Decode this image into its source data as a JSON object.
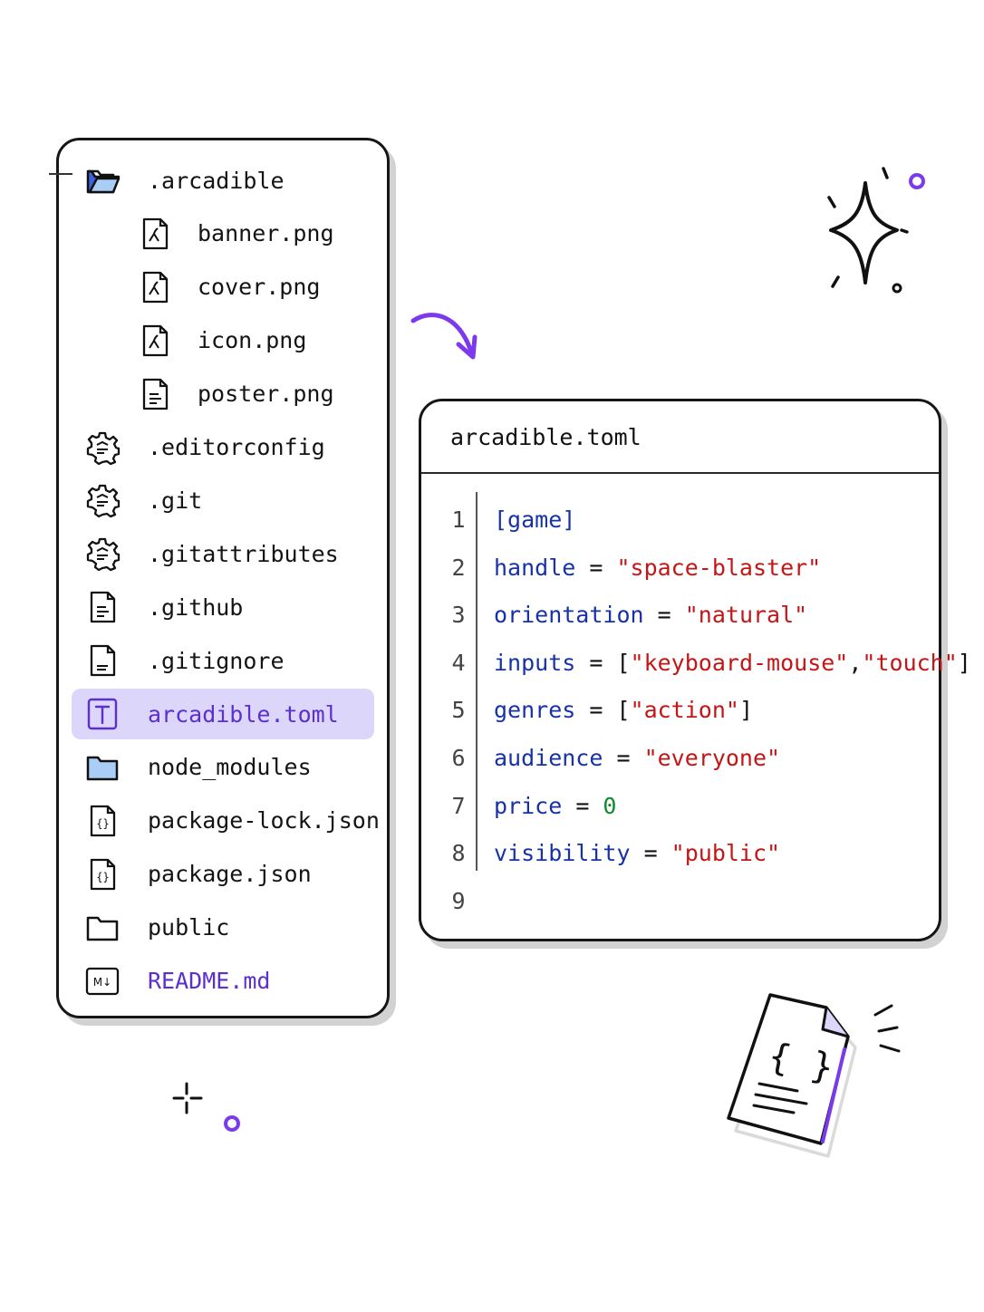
{
  "tree": {
    "items": [
      {
        "label": ".arcadible",
        "icon": "open-folder-icon",
        "level": 0
      },
      {
        "label": "banner.png",
        "icon": "image-file-icon",
        "level": 1
      },
      {
        "label": "cover.png",
        "icon": "image-file-icon",
        "level": 1
      },
      {
        "label": "icon.png",
        "icon": "image-file-icon",
        "level": 1
      },
      {
        "label": "poster.png",
        "icon": "text-file-icon",
        "level": 1
      },
      {
        "label": ".editorconfig",
        "icon": "gear-icon",
        "level": 0
      },
      {
        "label": ".git",
        "icon": "gear-icon",
        "level": 0
      },
      {
        "label": ".gitattributes",
        "icon": "gear-icon",
        "level": 0
      },
      {
        "label": ".github",
        "icon": "text-file-icon",
        "level": 0
      },
      {
        "label": ".gitignore",
        "icon": "file-icon",
        "level": 0
      },
      {
        "label": "arcadible.toml",
        "icon": "toml-file-icon",
        "level": 0,
        "selected": true
      },
      {
        "label": "node_modules",
        "icon": "folder-icon",
        "level": 0
      },
      {
        "label": "package-lock.json",
        "icon": "json-file-icon",
        "level": 0
      },
      {
        "label": "package.json",
        "icon": "json-file-icon",
        "level": 0
      },
      {
        "label": "public",
        "icon": "folder-outline-icon",
        "level": 0
      },
      {
        "label": "README.md",
        "icon": "markdown-file-icon",
        "level": 0,
        "accent": true
      }
    ]
  },
  "editor": {
    "filename": "arcadible.toml",
    "lines": [
      {
        "number": "1",
        "tokens": [
          {
            "t": "[game]",
            "k": "key"
          }
        ]
      },
      {
        "number": "2",
        "tokens": [
          {
            "t": "handle",
            "k": "key"
          },
          {
            "t": " = ",
            "k": "op"
          },
          {
            "t": "\"space-blaster\"",
            "k": "str"
          }
        ]
      },
      {
        "number": "3",
        "tokens": [
          {
            "t": "orientation",
            "k": "key"
          },
          {
            "t": " = ",
            "k": "op"
          },
          {
            "t": "\"natural\"",
            "k": "str"
          }
        ]
      },
      {
        "number": "4",
        "tokens": [
          {
            "t": "inputs",
            "k": "key"
          },
          {
            "t": " = ",
            "k": "op"
          },
          {
            "t": "[",
            "k": "op"
          },
          {
            "t": "\"keyboard-mouse\"",
            "k": "str"
          },
          {
            "t": ",",
            "k": "op"
          },
          {
            "t": "\"touch\"",
            "k": "str"
          },
          {
            "t": "]",
            "k": "op"
          }
        ]
      },
      {
        "number": "5",
        "tokens": [
          {
            "t": "genres",
            "k": "key"
          },
          {
            "t": " = ",
            "k": "op"
          },
          {
            "t": "[",
            "k": "op"
          },
          {
            "t": "\"action\"",
            "k": "str"
          },
          {
            "t": "]",
            "k": "op"
          }
        ]
      },
      {
        "number": "6",
        "tokens": [
          {
            "t": "audience",
            "k": "key"
          },
          {
            "t": " = ",
            "k": "op"
          },
          {
            "t": "\"everyone\"",
            "k": "str"
          }
        ]
      },
      {
        "number": "7",
        "tokens": [
          {
            "t": "price",
            "k": "key"
          },
          {
            "t": " = ",
            "k": "op"
          },
          {
            "t": "0",
            "k": "num"
          }
        ]
      },
      {
        "number": "8",
        "tokens": [
          {
            "t": "visibility",
            "k": "key"
          },
          {
            "t": " = ",
            "k": "op"
          },
          {
            "t": "\"public\"",
            "k": "str"
          }
        ]
      },
      {
        "number": "9",
        "tokens": []
      }
    ]
  },
  "decorations": {
    "sparkle": "sparkle-icon",
    "arrow": "curved-arrow-icon",
    "json_doc": "json-document-icon",
    "plus": "plus-icon"
  },
  "colors": {
    "accent": "#7c3aed",
    "selection": "#ddd6fb",
    "key": "#1732a8",
    "string": "#c41616",
    "number": "#108a2e",
    "folder_blue": "#a9cdf5"
  }
}
